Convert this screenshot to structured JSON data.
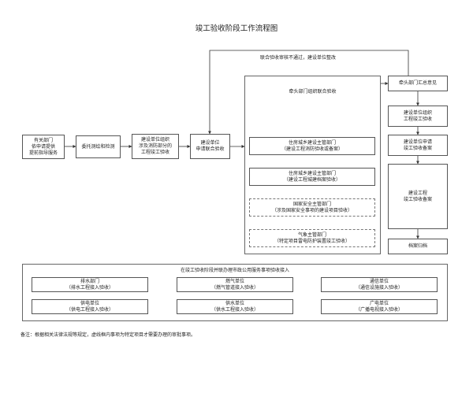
{
  "title": "竣工验收阶段工作流程图",
  "feedback_label": "联合验收审核不通过，建设单位整改",
  "steps": {
    "relevant_departments": [
      "有关部门",
      "依申请提供",
      "提前指导服务"
    ],
    "entrust_survey": [
      "委托测绘和检测"
    ],
    "org_partial_acceptance": [
      "建设单位组织",
      "涉及消防部分的",
      "工程竣工验收"
    ],
    "apply_joint": [
      "建设单位",
      "申请联合验收"
    ],
    "lead_dept_summary": [
      "牵头部门汇总意见"
    ],
    "org_completion_acceptance": [
      "建设单位组织",
      "工程竣工验收"
    ],
    "apply_filing": [
      "建设单位申请",
      "竣工验收备案"
    ],
    "completion_filing": [
      "建设工程",
      "竣工验收备案"
    ],
    "archive": [
      "档案归档"
    ]
  },
  "joint_panel": {
    "title": "牵头部门组织联合验收",
    "items": [
      {
        "line1": "住房城乡建设主管部门",
        "line2": "（建设工程消防验收或备案）",
        "dashed": false
      },
      {
        "line1": "住房城乡建设主管部门",
        "line2": "（建设工程城建档案验收）",
        "dashed": false
      },
      {
        "line1": "国家安全主管部门",
        "line2": "（涉及国家安全事项的建设项目验收）",
        "dashed": true
      },
      {
        "line1": "气象主管部门",
        "line2": "（特定项目雷电防护装置竣工验收）",
        "dashed": true
      }
    ]
  },
  "utilities_panel": {
    "title": "在竣工验收阶段并联办理市政公用服务事项验收接入",
    "items": [
      {
        "line1": "排水部门",
        "line2": "（排水工程接入验收）"
      },
      {
        "line1": "燃气单位",
        "line2": "（燃气管道接入验收）"
      },
      {
        "line1": "通信单位",
        "line2": "（通信设施接入验收）"
      },
      {
        "line1": "供电单位",
        "line2": "（供电工程接入验收）"
      },
      {
        "line1": "供水单位",
        "line2": "（供水工程接入验收）"
      },
      {
        "line1": "广电单位",
        "line2": "（广播电视接入验收）"
      }
    ]
  },
  "note": "备注：根据相关法律法规等规定，虚线框内事项为特定项目才需要办理的审批事项。"
}
